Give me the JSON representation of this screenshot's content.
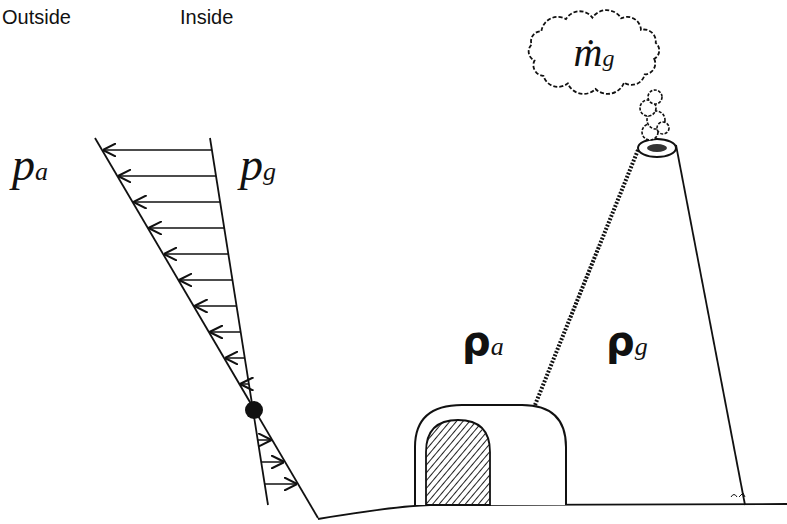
{
  "diagram": {
    "nodes": [
      {
        "text": [
          "ṁg"
        ]
      }
    ],
    "labels": [
      "Outside",
      "Inside",
      "pa",
      "pg",
      "ρa",
      "ρg"
    ]
  }
}
